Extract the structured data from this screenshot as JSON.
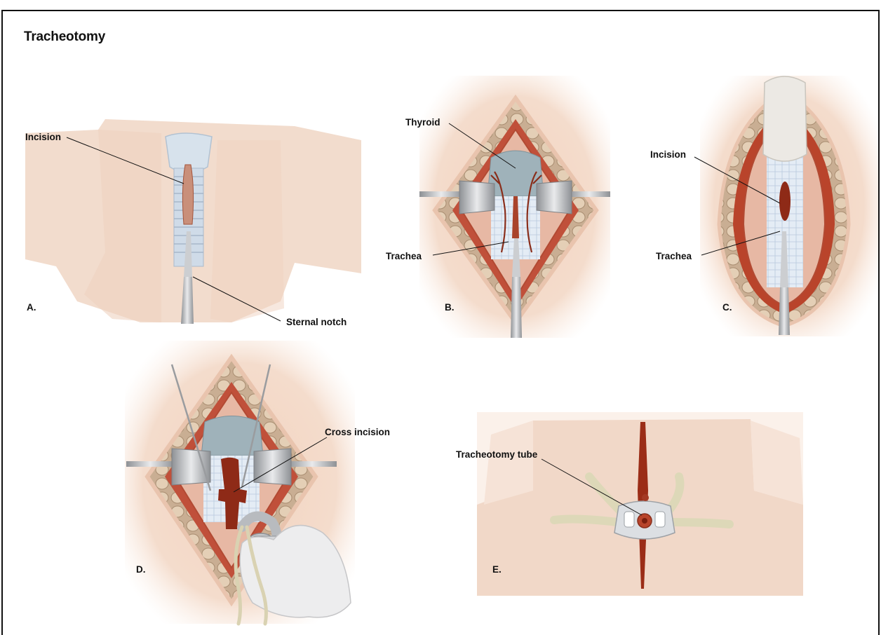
{
  "title": "Tracheotomy",
  "panels": {
    "a": {
      "letter": "A.",
      "labels": {
        "incision": "Incision",
        "sternal_notch": "Sternal notch"
      }
    },
    "b": {
      "letter": "B.",
      "labels": {
        "thyroid": "Thyroid",
        "trachea": "Trachea"
      }
    },
    "c": {
      "letter": "C.",
      "labels": {
        "incision": "Incision",
        "trachea": "Trachea"
      }
    },
    "d": {
      "letter": "D.",
      "labels": {
        "cross_incision": "Cross incision"
      }
    },
    "e": {
      "letter": "E.",
      "labels": {
        "tracheotomy_tube": "Tracheotomy tube"
      }
    }
  },
  "colors": {
    "skin": "#f3d9c8",
    "skin_light": "#f7e6da",
    "wound": "#9b3a23",
    "muscle": "#b8442a",
    "fat": "#d9c2a6",
    "trachea": "#dfe8f3",
    "cartilage": "#c8d8ea",
    "metal": "#b5b7ba",
    "thyroid": "#9fb1ba",
    "glove": "#eeeeee",
    "tape": "#e3dfc4"
  }
}
